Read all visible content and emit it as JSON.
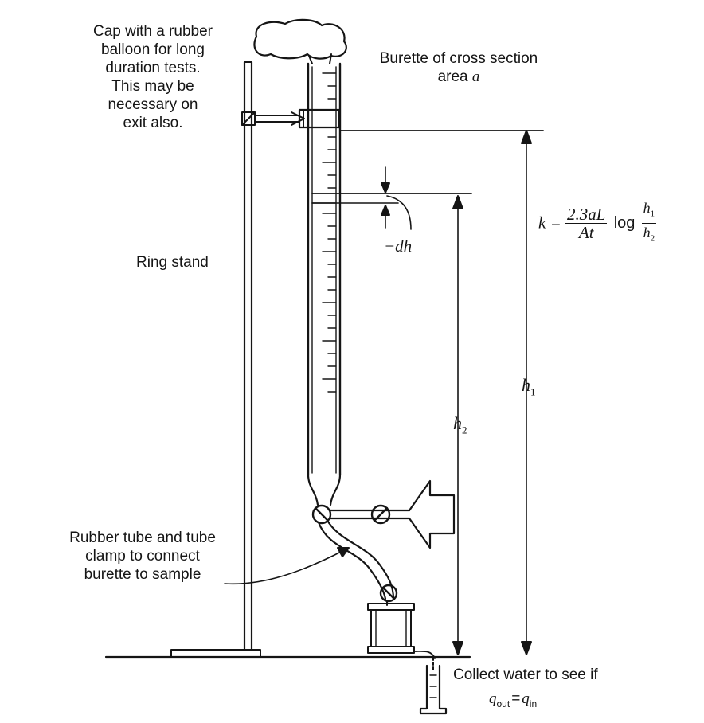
{
  "labels": {
    "cap_lines": [
      "Cap with a rubber",
      "balloon for long",
      "duration tests.",
      "This may be",
      "necessary on",
      "exit also."
    ],
    "burette_line1": "Burette of cross section",
    "burette_line2_text": "area ",
    "burette_line2_var": "a",
    "ring_stand": "Ring stand",
    "rubber_lines": [
      "Rubber tube and tube",
      "clamp to connect",
      "burette to sample"
    ],
    "collect": "Collect water to see if",
    "q_out_base": "q",
    "q_out_sub": "out",
    "q_equals": "=",
    "q_in_base": "q",
    "q_in_sub": "in",
    "dh": "−dh",
    "h1_base": "h",
    "h1_sub": "1",
    "h2_base": "h",
    "h2_sub": "2"
  },
  "formula": {
    "lhs": "k =",
    "num": "2.3aL",
    "den": "At",
    "log": "log",
    "ratio_num_base": "h",
    "ratio_num_sub": "1",
    "ratio_den_base": "h",
    "ratio_den_sub": "2"
  },
  "colors": {
    "ink": "#151515",
    "paper": "#ffffff"
  }
}
